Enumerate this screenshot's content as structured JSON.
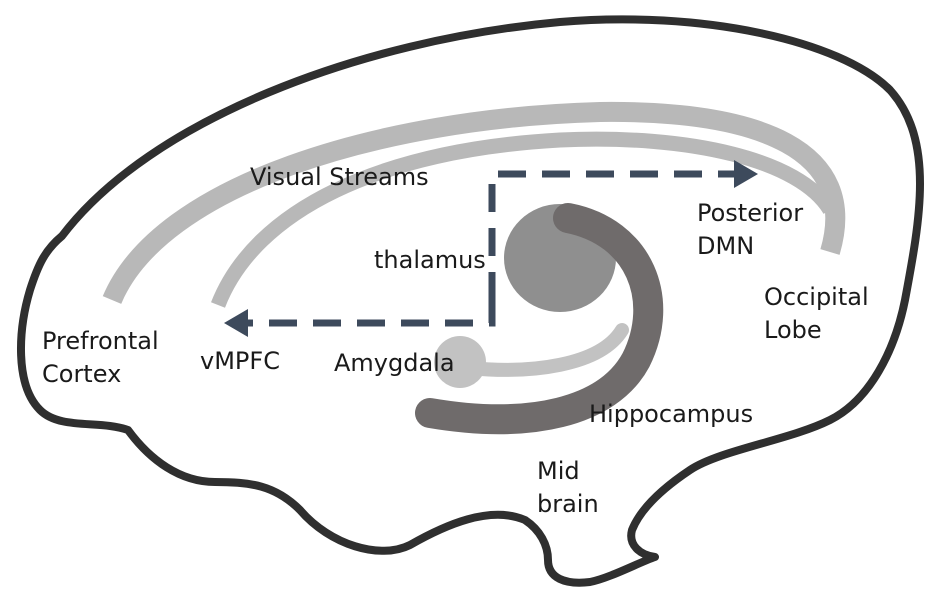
{
  "colors": {
    "outline": "#2f2f2f",
    "visual_stream": "#b8b8b8",
    "thalamus": "#8f8f8f",
    "hippocampus": "#6f6b6b",
    "amygdala": "#c2c2c2",
    "arrow": "#3d4a5c",
    "background": "#ffffff"
  },
  "labels": {
    "visual_streams": "Visual Streams",
    "posterior_dmn": [
      "Posterior",
      "DMN"
    ],
    "thalamus": "thalamus",
    "occipital_lobe": [
      "Occipital",
      "Lobe"
    ],
    "prefrontal_cortex": [
      "Prefrontal",
      "Cortex"
    ],
    "vmpfc": "vMPFC",
    "amygdala": "Amygdala",
    "hippocampus": "Hippocampus",
    "midbrain": [
      "Mid",
      "brain"
    ]
  }
}
